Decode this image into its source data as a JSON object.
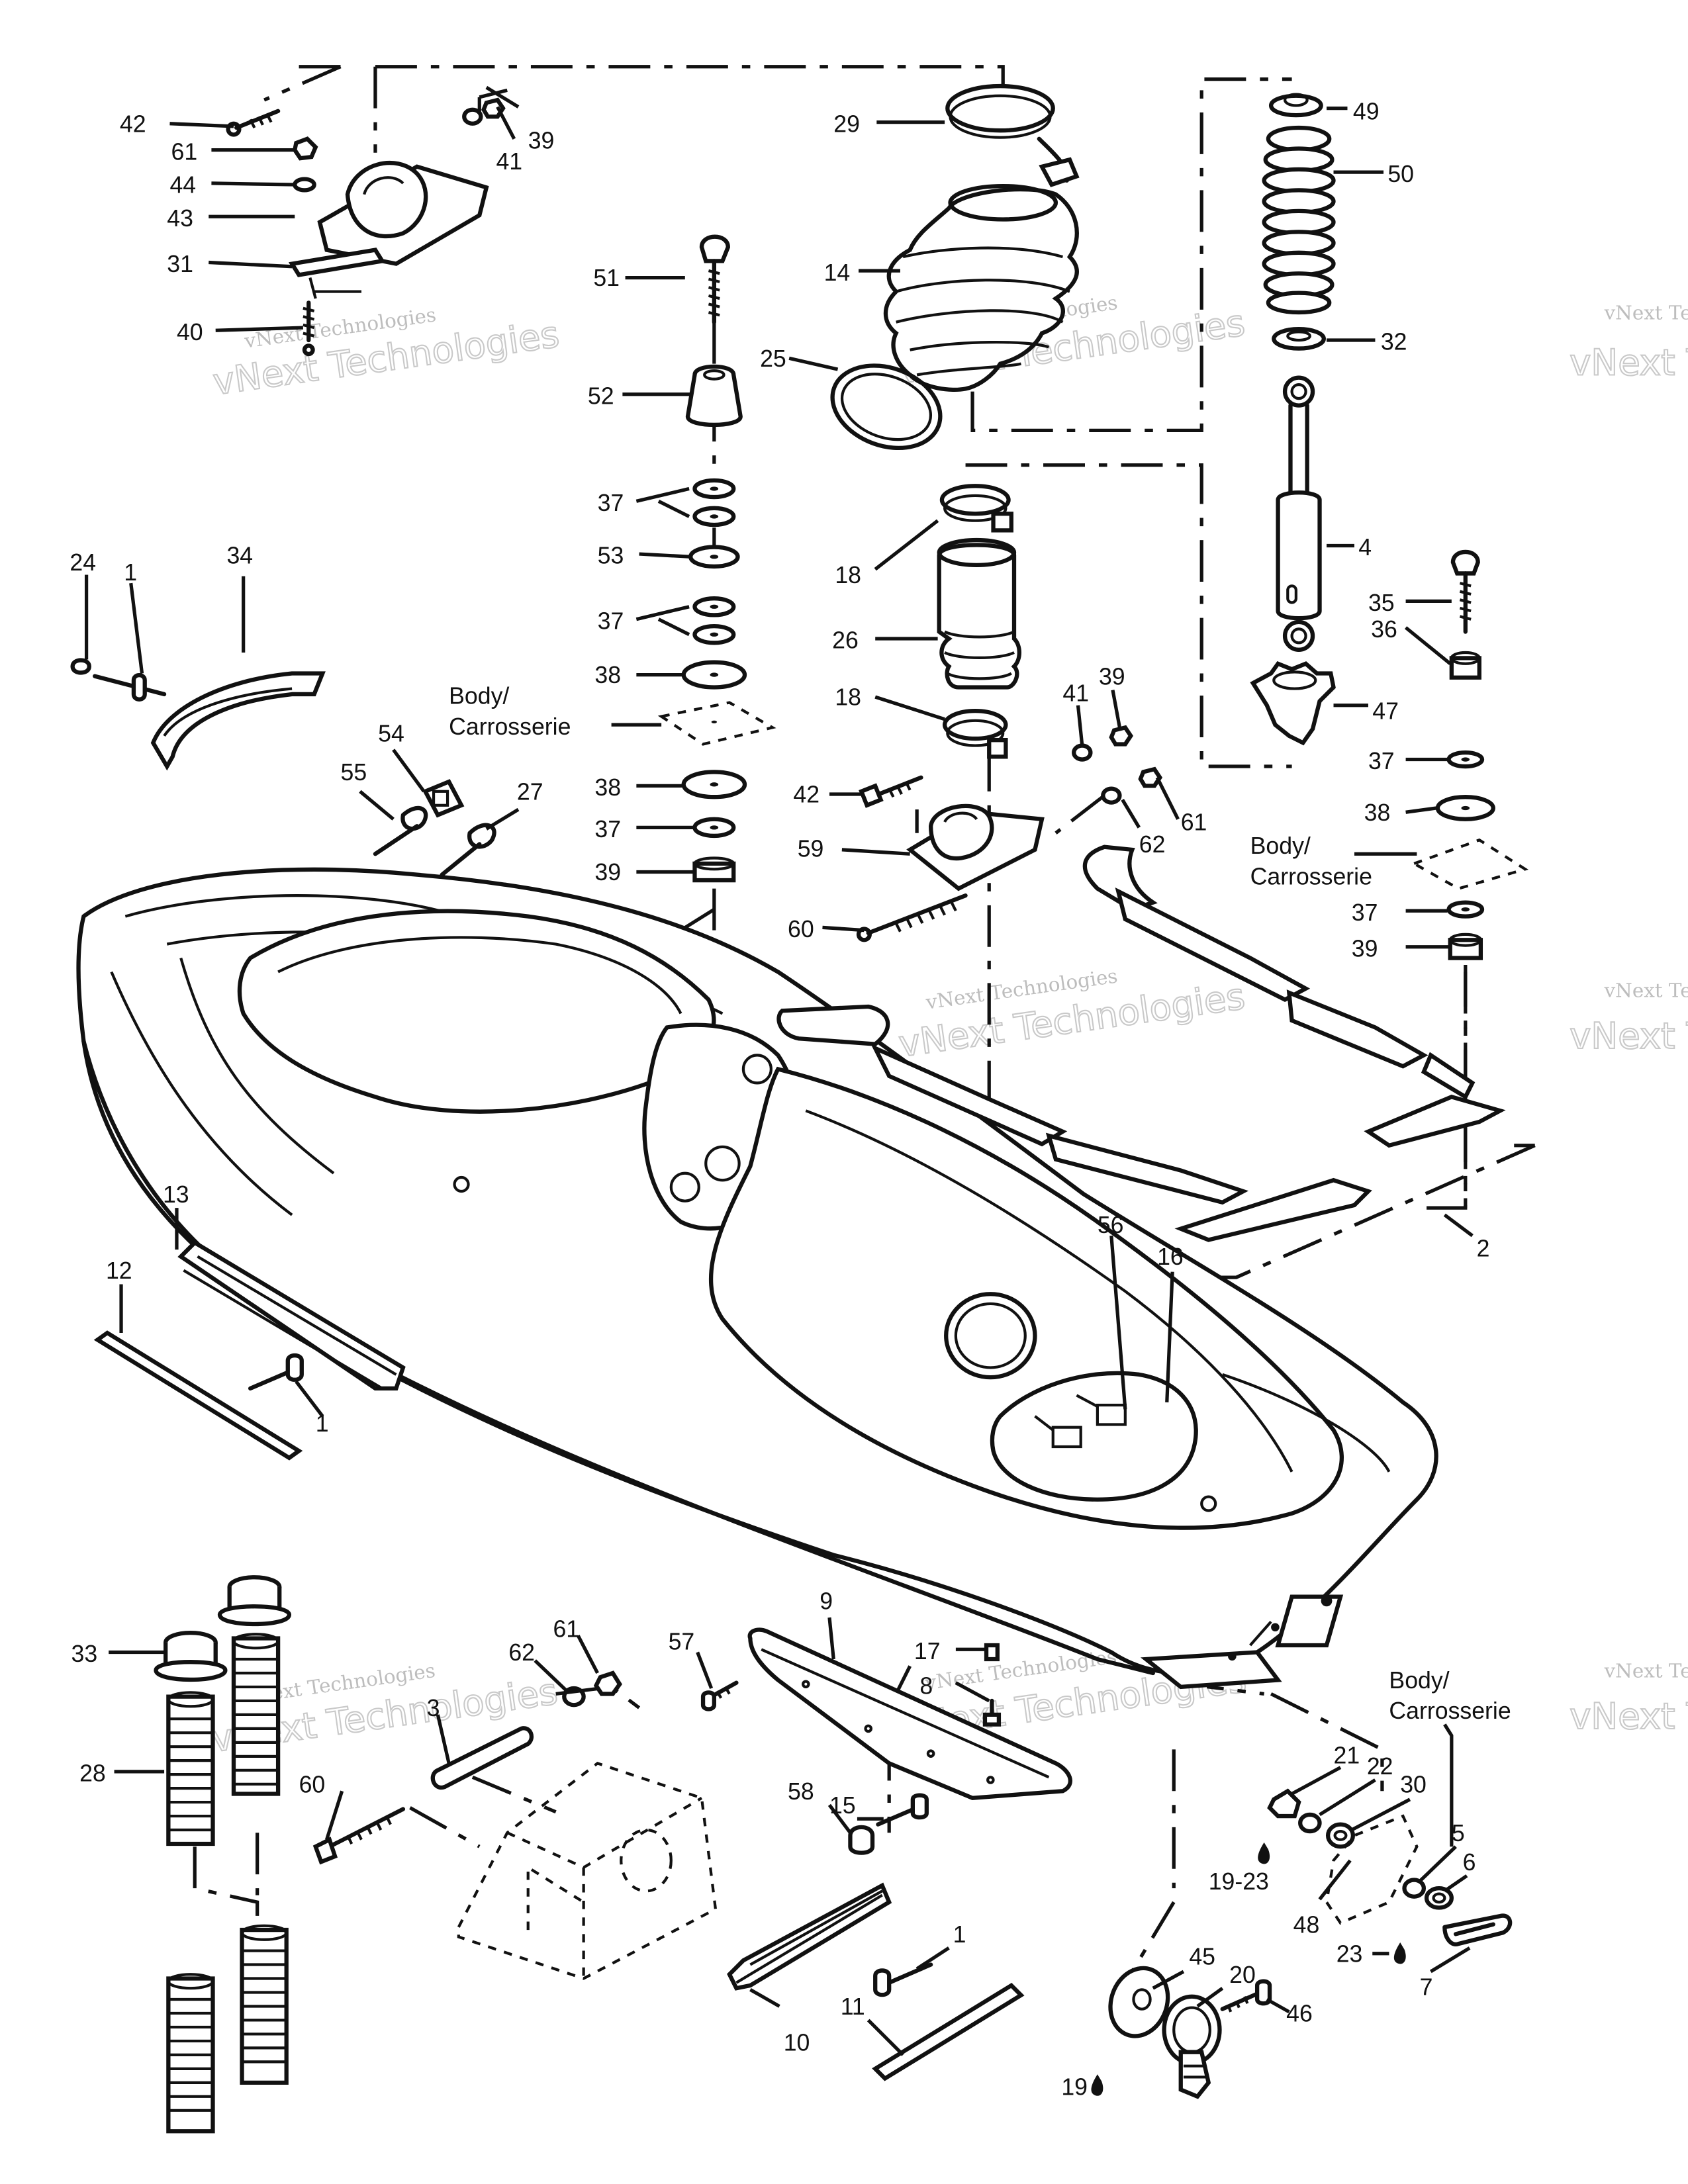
{
  "callouts": {
    "c42a": "42",
    "c61a": "61",
    "c44": "44",
    "c43": "43",
    "c31": "31",
    "c40": "40",
    "c39a": "39",
    "c41a": "41",
    "c29": "29",
    "c14": "14",
    "c25": "25",
    "c51": "51",
    "c52": "52",
    "c37a": "37",
    "c53": "53",
    "c37b": "37",
    "c38a": "38",
    "c38b": "38",
    "c37c": "37",
    "c39b": "39",
    "c49": "49",
    "c50": "50",
    "c32": "32",
    "c4": "4",
    "c47": "47",
    "c35": "35",
    "c36": "36",
    "c37d": "37",
    "c38c": "38",
    "c37e": "37",
    "c39c": "39",
    "c18a": "18",
    "c26": "26",
    "c18b": "18",
    "c41b": "41",
    "c39d": "39",
    "c42b": "42",
    "c59": "59",
    "c62a": "62",
    "c61b": "61",
    "c60a": "60",
    "c24": "24",
    "c1a": "1",
    "c34": "34",
    "c54": "54",
    "c55": "55",
    "c27": "27",
    "c13": "13",
    "c12": "12",
    "c1b": "1",
    "c56": "56",
    "c16": "16",
    "c2": "2",
    "c33": "33",
    "c28": "28",
    "c3": "3",
    "c62b": "62",
    "c61c": "61",
    "c60b": "60",
    "c57": "57",
    "c9": "9",
    "c17": "17",
    "c8": "8",
    "c58": "58",
    "c15": "15",
    "c1c": "1",
    "c10": "10",
    "c11": "11",
    "c21": "21",
    "c22": "22",
    "c30": "30",
    "c1923": "19-23",
    "c48": "48",
    "c5": "5",
    "c6": "6",
    "c23": "23",
    "c7": "7",
    "c45": "45",
    "c20": "20",
    "c46": "46",
    "c19": "19"
  },
  "body_labels": {
    "b1_l1": "Body/",
    "b1_l2": "Carrosserie",
    "b2_l1": "Body/",
    "b2_l2": "Carrosserie",
    "b3_l1": "Body/",
    "b3_l2": "Carrosserie"
  },
  "watermark": {
    "line1": "vNext Technologies",
    "line2": "vNext Technologies"
  },
  "colors": {
    "ink": "#111111",
    "watermark": "#c9c9c9",
    "background": "#ffffff"
  }
}
